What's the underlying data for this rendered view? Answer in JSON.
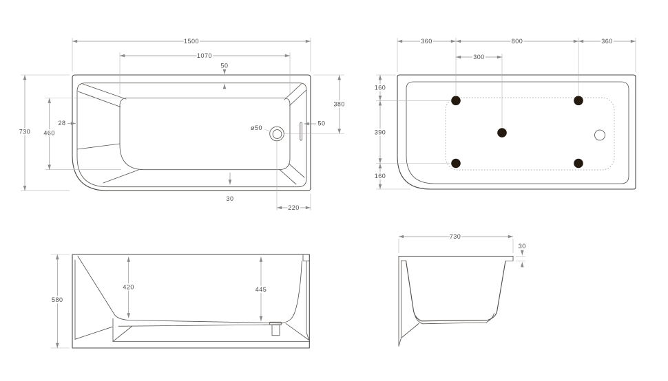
{
  "drawing": {
    "colors": {
      "outline": "#4e4a46",
      "dimension": "#8f8f8f",
      "text": "#4a4a4a",
      "mount_dot": "#241a10"
    },
    "views": {
      "plan": {
        "label": "top-plan-view",
        "dims": {
          "length": "1500",
          "inner_length": "1070",
          "rim_top": "50",
          "drain_from_top": "380",
          "overflow_to_wall": "50",
          "drain_diameter": "ø50",
          "width": "730",
          "inner_width": "460",
          "rim_left": "28",
          "rim_bottom": "30",
          "drain_to_right": "220"
        }
      },
      "mounting": {
        "label": "bottom-mounting-view",
        "dims": {
          "span_left": "360",
          "span_center": "800",
          "span_right": "360",
          "hole_offset": "300",
          "margin_top": "160",
          "span_middle": "390",
          "margin_bottom": "160"
        }
      },
      "front": {
        "label": "front-section-view",
        "dims": {
          "height": "580",
          "depth_left": "420",
          "depth_right": "445"
        }
      },
      "side": {
        "label": "side-section-view",
        "dims": {
          "width": "730",
          "rim_lip": "30"
        }
      }
    }
  }
}
